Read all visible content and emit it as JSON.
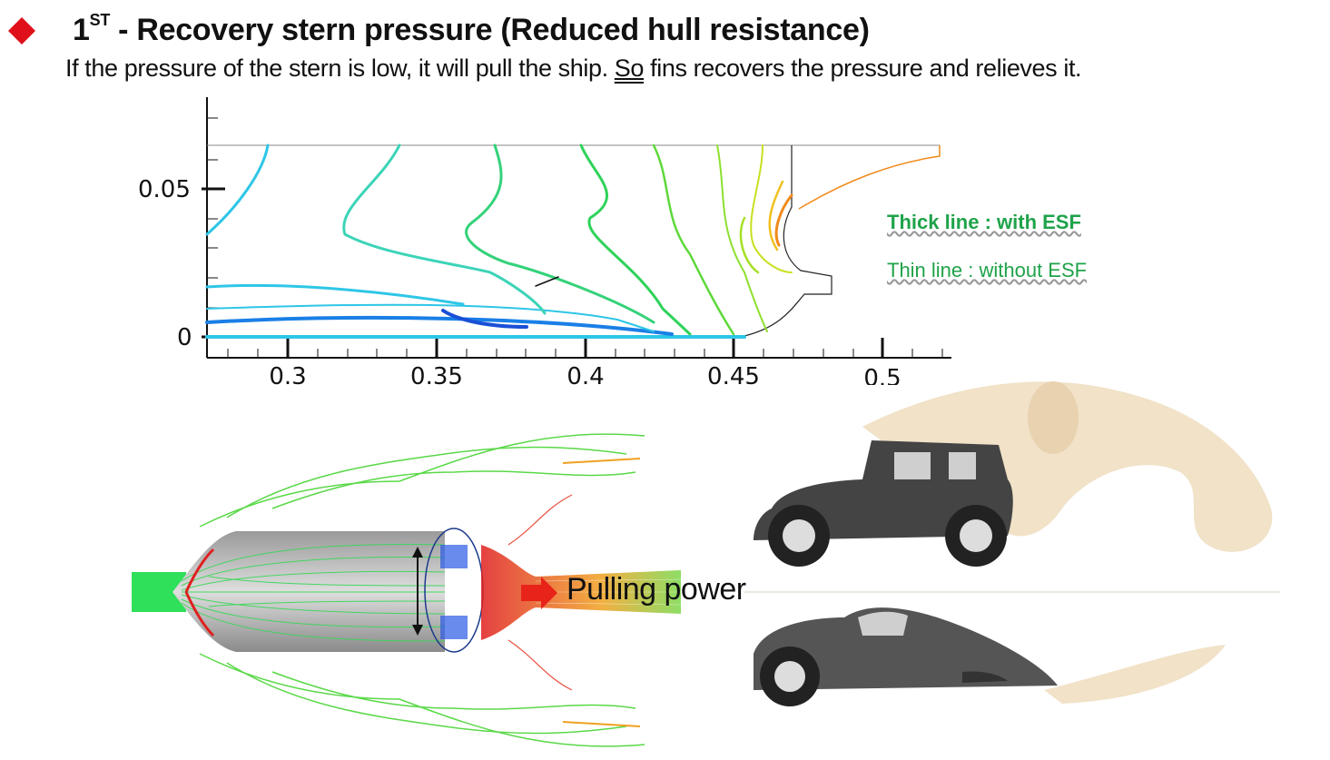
{
  "header": {
    "title_prefix": "1",
    "title_sup": "ST",
    "title_rest": " - Recovery stern pressure (Reduced hull resistance)",
    "subtitle_before": "If the pressure of the stern is low, it will pull the ship. ",
    "subtitle_underlined": "So",
    "subtitle_after": " fins recovers the pressure and relieves it."
  },
  "contour_plot": {
    "y_ticks": [
      "0.05",
      "0"
    ],
    "x_ticks": [
      "0.3",
      "0.35",
      "0.4",
      "0.45",
      "0.5"
    ],
    "legend_thick": "Thick line : with ESF",
    "legend_thin": "Thin line : without ESF",
    "legend_color": "#1fa34a"
  },
  "streamline_figure": {
    "arrow_label": "Pulling power",
    "arrow_color": "#e8241a"
  },
  "colors": {
    "bullet": "#e0101a",
    "contour_blue": "#1a4fd6",
    "contour_cyan": "#2ec6e6",
    "contour_green": "#2fd35a",
    "contour_orange": "#f08a1a"
  }
}
